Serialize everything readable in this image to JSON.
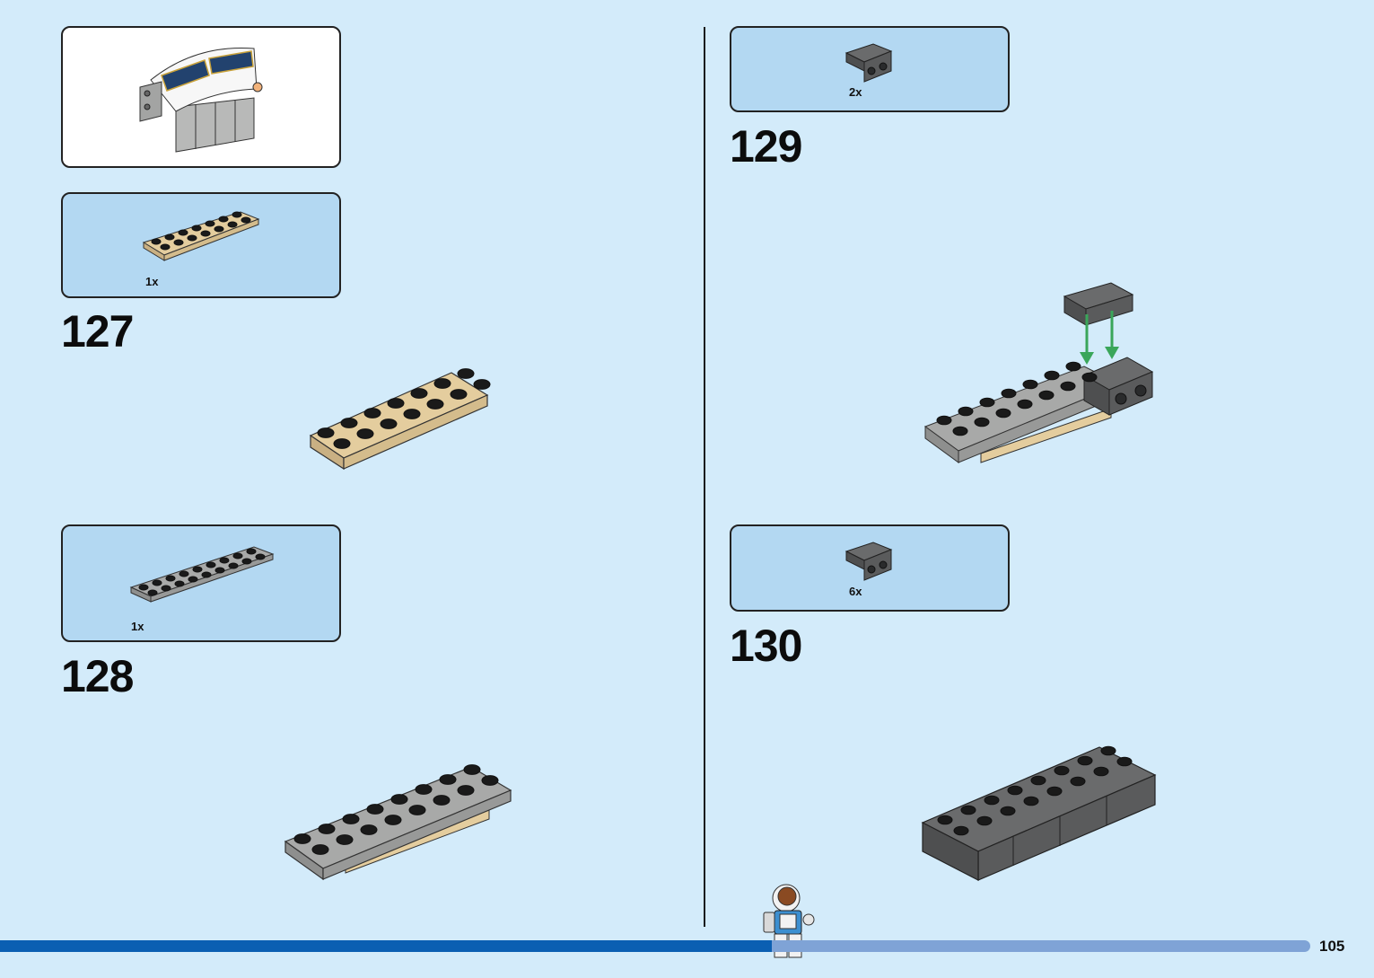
{
  "steps": [
    {
      "number": "127",
      "parts_qty": "1x"
    },
    {
      "number": "128",
      "parts_qty": "1x"
    },
    {
      "number": "129",
      "parts_qty": "2x"
    },
    {
      "number": "130",
      "parts_qty": "6x"
    }
  ],
  "page": {
    "number": "105"
  },
  "colors": {
    "background": "#d3ebfa",
    "parts_box": "#b3d8f2",
    "tan": "#e4cd9e",
    "light_gray": "#a8a9a8",
    "dark_gray": "#6a6b6c",
    "arrow": "#3aa65a",
    "progress_dark": "#0b5fb2",
    "progress_light": "#7fa3d6"
  },
  "icons": [
    "submodel-preview",
    "tan-plate-2x6",
    "gray-plate-2x8",
    "bracket-1x2",
    "astronaut-minifigure"
  ]
}
